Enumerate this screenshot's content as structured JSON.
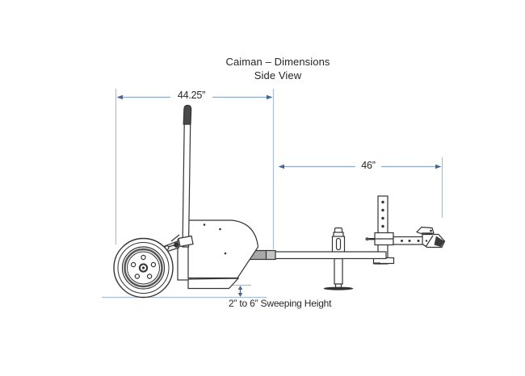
{
  "title": {
    "line1": "Caiman – Dimensions",
    "line2": "Side View"
  },
  "dimensions": {
    "overall_width": {
      "label": "44.25”"
    },
    "tongue_length": {
      "label": "46”"
    },
    "sweeping_height": {
      "label": "2” to 6” Sweeping Height"
    }
  },
  "colors": {
    "background": "#ffffff",
    "line_art": "#333333",
    "dimension_line": "#8ea8c2",
    "dimension_arrow": "#44688f",
    "extension_line": "#aabfd4",
    "text": "#262626",
    "sleeve_gray": "#a8a8a8",
    "grip_dark": "#4a4a4a"
  }
}
